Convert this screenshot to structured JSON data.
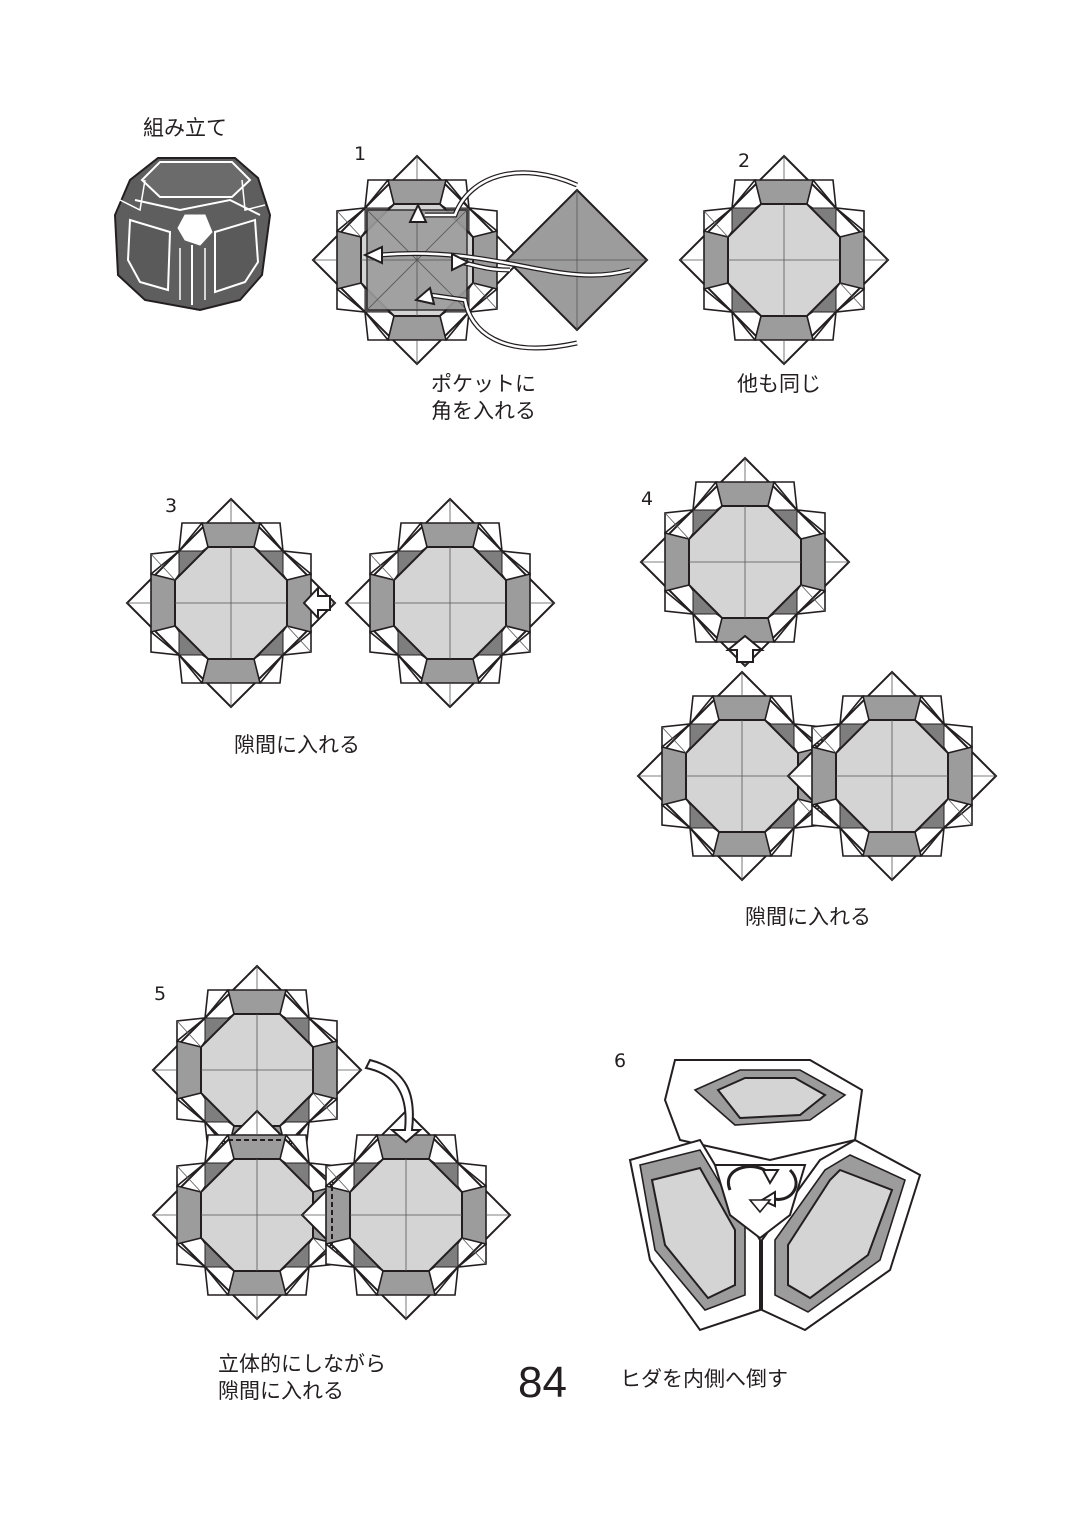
{
  "labels": {
    "assembly": "組み立て",
    "step1_line1": "ポケットに",
    "step1_line2": "角を入れる",
    "step2": "他も同じ",
    "step3": "隙間に入れる",
    "step4": "隙間に入れる",
    "step5_line1": "立体的にしながら",
    "step5_line2": "隙間に入れる",
    "step6": "ヒダを内側へ倒す"
  },
  "steps": {
    "s1": "1",
    "s2": "2",
    "s3": "3",
    "s4": "4",
    "s5": "5",
    "s6": "6"
  },
  "page_number": "84"
}
